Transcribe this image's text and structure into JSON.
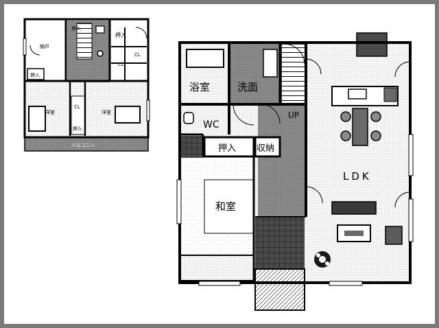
{
  "upper_floor": {
    "rooms": {
      "storage": "納戸",
      "closet_a": "押入",
      "closet_b": "押入",
      "closet_c": "押入",
      "closet_d": "押入",
      "cl_a": "CL",
      "cl_b": "CL",
      "cl_c": "CL",
      "western_left": "洋室",
      "western_right": "洋室",
      "balcony": "バルコニー"
    }
  },
  "ground_floor": {
    "rooms": {
      "bath": "浴室",
      "washroom": "洗面",
      "wc": "WC",
      "up": "UP",
      "closet": "押入",
      "storage": "収納",
      "japanese_room": "和室",
      "ldk": "LDK"
    }
  },
  "colors": {
    "frame": "#7a7a7a",
    "wall": "#000000",
    "hatch": "#8c8c8c",
    "paper": "#ffffff"
  }
}
